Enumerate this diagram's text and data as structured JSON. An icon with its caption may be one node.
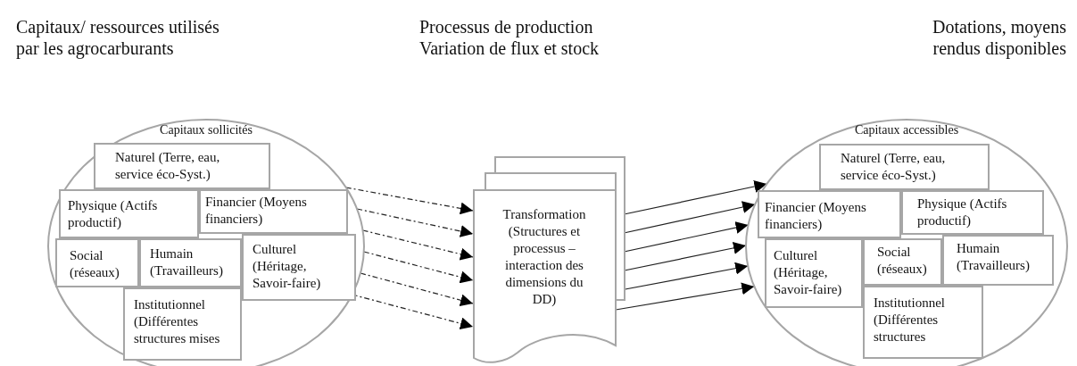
{
  "diagram": {
    "nodes": [
      {
        "text": [
          "Capitaux sollicités"
        ]
      },
      {
        "text": [
          "Naturel (Terre, eau, service éco-Syst.)"
        ],
        "in": 0
      },
      {
        "text": [
          "Physique (Actifs productif)"
        ],
        "in": 0
      },
      {
        "text": [
          "Financier (Moyens financiers)"
        ],
        "in": 0
      },
      {
        "text": [
          "Social (réseaux)"
        ],
        "in": 0
      },
      {
        "text": [
          "Humain (Travailleurs)"
        ],
        "in": 0
      },
      {
        "text": [
          "Culturel (Héritage, Savoir-faire)"
        ],
        "in": 0
      },
      {
        "text": [
          "Institutionnel (Différentes structures mises"
        ],
        "in": 0
      },
      {
        "text": [
          "Transformation (Structures et processus – interaction des dimensions du DD)"
        ]
      },
      {
        "text": [
          "Capitaux accessibles"
        ]
      },
      {
        "text": [
          "Naturel (Terre, eau, service éco-Syst.)"
        ],
        "in": 9
      },
      {
        "text": [
          "Financier (Moyens financiers)"
        ],
        "in": 9
      },
      {
        "text": [
          "Physique (Actifs productif)"
        ],
        "in": 9
      },
      {
        "text": [
          "Culturel (Héritage, Savoir-faire)"
        ],
        "in": 9
      },
      {
        "text": [
          "Social (réseaux)"
        ],
        "in": 9
      },
      {
        "text": [
          "Humain (Travailleurs)"
        ],
        "in": 9
      },
      {
        "text": [
          "Institutionnel (Différentes structures"
        ],
        "in": 9
      }
    ],
    "edges": [
      {
        "from": 0,
        "to": 8,
        "arrow": "to",
        "style": "dashed"
      },
      {
        "from": 0,
        "to": 8,
        "arrow": "to",
        "style": "dashed"
      },
      {
        "from": 0,
        "to": 8,
        "arrow": "to",
        "style": "dashed"
      },
      {
        "from": 0,
        "to": 8,
        "arrow": "to",
        "style": "dashed"
      },
      {
        "from": 0,
        "to": 8,
        "arrow": "to",
        "style": "dashed"
      },
      {
        "from": 0,
        "to": 8,
        "arrow": "to",
        "style": "dashed"
      },
      {
        "from": 8,
        "to": 9,
        "arrow": "to"
      },
      {
        "from": 8,
        "to": 9,
        "arrow": "to"
      },
      {
        "from": 8,
        "to": 9,
        "arrow": "to"
      },
      {
        "from": 8,
        "to": 9,
        "arrow": "to"
      },
      {
        "from": 8,
        "to": 9,
        "arrow": "to"
      },
      {
        "from": 8,
        "to": 9,
        "arrow": "to"
      }
    ],
    "labels": [
      "Capitaux/ ressources utilisés par les agrocarburants",
      "Processus de production Variation de flux et stock",
      "Dotations, moyens rendus disponibles"
    ]
  }
}
